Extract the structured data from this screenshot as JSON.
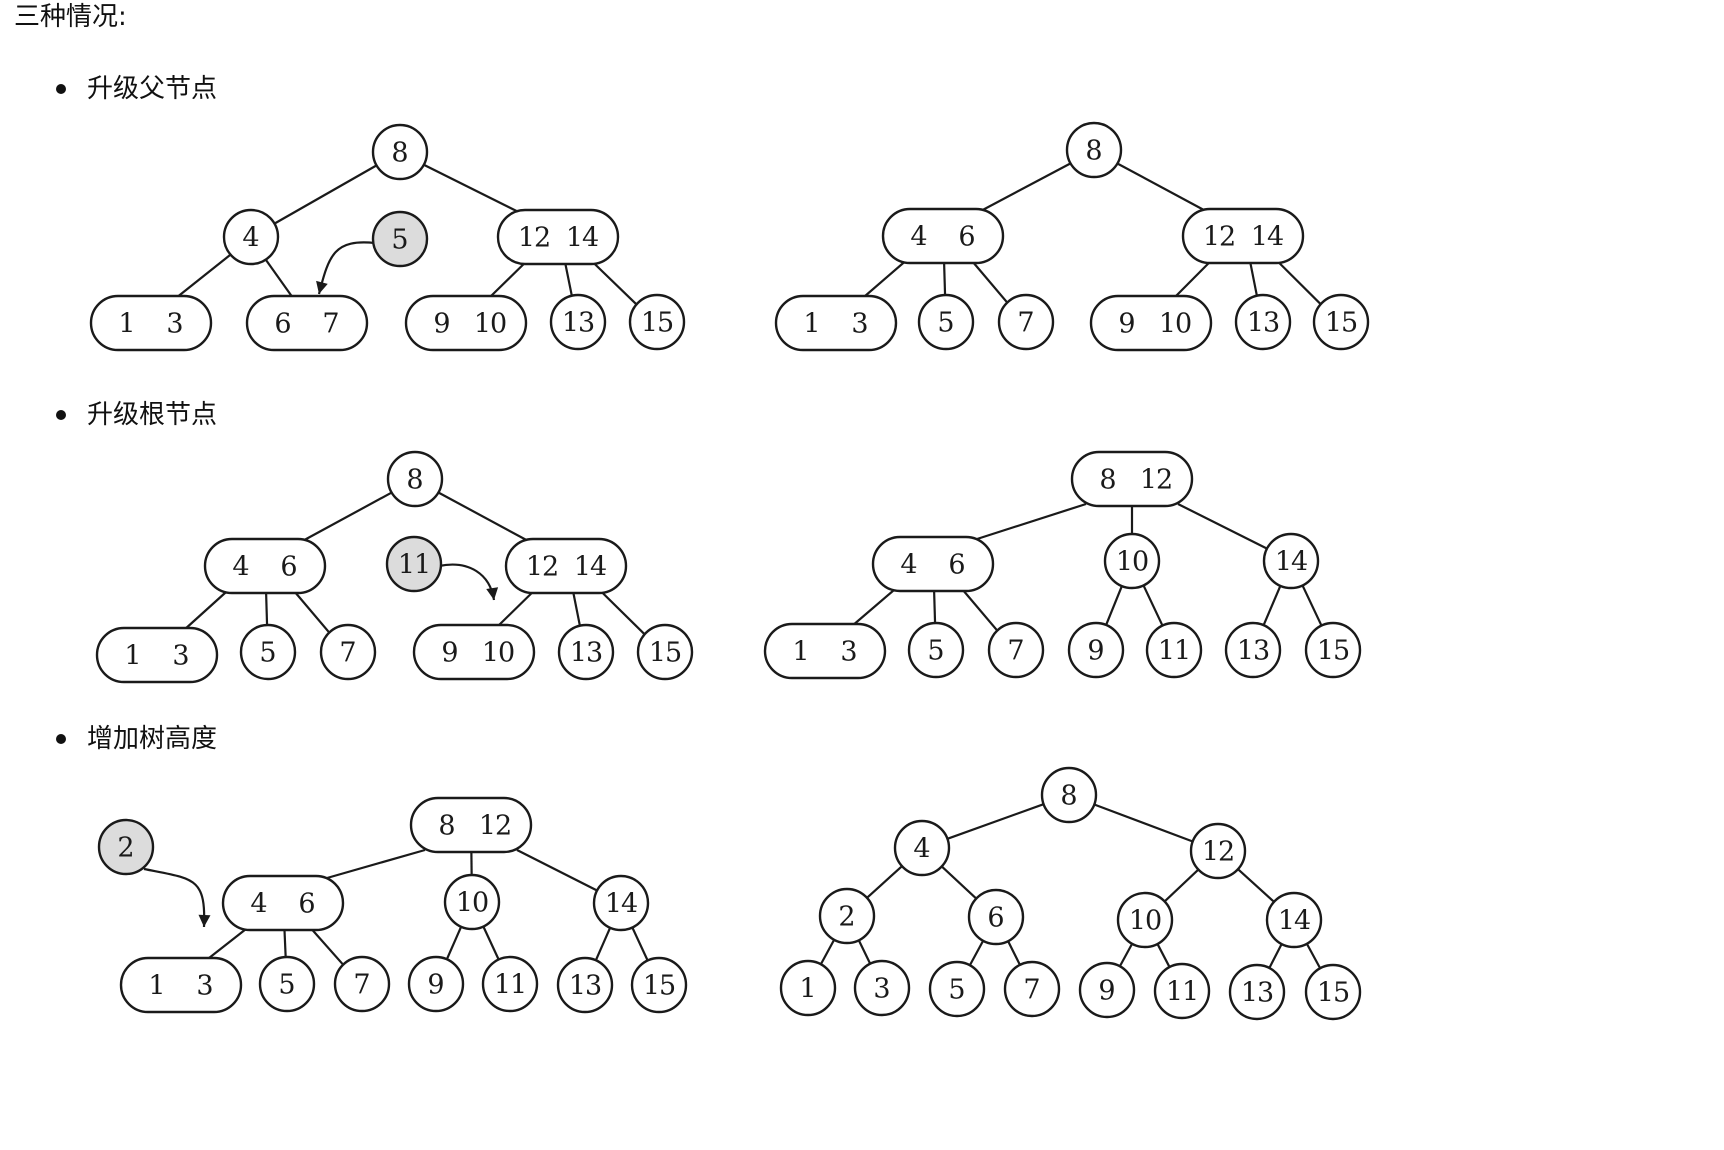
{
  "heading": "三种情况:",
  "sections": [
    {
      "label": "升级父节点",
      "diagrams": [
        {
          "nodes": [
            {
              "id": "n8",
              "keys": [
                "8"
              ]
            },
            {
              "id": "n4",
              "keys": [
                "4"
              ]
            },
            {
              "id": "n5",
              "keys": [
                "5"
              ],
              "shaded": true
            },
            {
              "id": "n12_14",
              "keys": [
                "12",
                "14"
              ]
            },
            {
              "id": "n1_3",
              "keys": [
                "1",
                "3"
              ]
            },
            {
              "id": "n6_7",
              "keys": [
                "6",
                "7"
              ]
            },
            {
              "id": "n9_10",
              "keys": [
                "9",
                "10"
              ]
            },
            {
              "id": "n13",
              "keys": [
                "13"
              ]
            },
            {
              "id": "n15",
              "keys": [
                "15"
              ]
            }
          ],
          "edges": [
            [
              "n8",
              "n4"
            ],
            [
              "n8",
              "n12_14"
            ],
            [
              "n4",
              "n1_3"
            ],
            [
              "n4",
              "n6_7"
            ],
            [
              "n12_14",
              "n9_10"
            ],
            [
              "n12_14",
              "n13"
            ],
            [
              "n12_14",
              "n15"
            ]
          ],
          "arrows": [
            {
              "from": "n5",
              "to": "n6_7"
            }
          ]
        },
        {
          "nodes": [
            {
              "id": "n8",
              "keys": [
                "8"
              ]
            },
            {
              "id": "n4_6",
              "keys": [
                "4",
                "6"
              ]
            },
            {
              "id": "n12_14",
              "keys": [
                "12",
                "14"
              ]
            },
            {
              "id": "n1_3",
              "keys": [
                "1",
                "3"
              ]
            },
            {
              "id": "n5",
              "keys": [
                "5"
              ]
            },
            {
              "id": "n7",
              "keys": [
                "7"
              ]
            },
            {
              "id": "n9_10",
              "keys": [
                "9",
                "10"
              ]
            },
            {
              "id": "n13",
              "keys": [
                "13"
              ]
            },
            {
              "id": "n15",
              "keys": [
                "15"
              ]
            }
          ],
          "edges": [
            [
              "n8",
              "n4_6"
            ],
            [
              "n8",
              "n12_14"
            ],
            [
              "n4_6",
              "n1_3"
            ],
            [
              "n4_6",
              "n5"
            ],
            [
              "n4_6",
              "n7"
            ],
            [
              "n12_14",
              "n9_10"
            ],
            [
              "n12_14",
              "n13"
            ],
            [
              "n12_14",
              "n15"
            ]
          ],
          "arrows": []
        }
      ]
    },
    {
      "label": "升级根节点",
      "diagrams": [
        {
          "nodes": [
            {
              "id": "n8",
              "keys": [
                "8"
              ]
            },
            {
              "id": "n4_6",
              "keys": [
                "4",
                "6"
              ]
            },
            {
              "id": "n11",
              "keys": [
                "11"
              ],
              "shaded": true
            },
            {
              "id": "n12_14",
              "keys": [
                "12",
                "14"
              ]
            },
            {
              "id": "n1_3",
              "keys": [
                "1",
                "3"
              ]
            },
            {
              "id": "n5",
              "keys": [
                "5"
              ]
            },
            {
              "id": "n7",
              "keys": [
                "7"
              ]
            },
            {
              "id": "n9_10",
              "keys": [
                "9",
                "10"
              ]
            },
            {
              "id": "n13",
              "keys": [
                "13"
              ]
            },
            {
              "id": "n15",
              "keys": [
                "15"
              ]
            }
          ],
          "edges": [
            [
              "n8",
              "n4_6"
            ],
            [
              "n8",
              "n12_14"
            ],
            [
              "n4_6",
              "n1_3"
            ],
            [
              "n4_6",
              "n5"
            ],
            [
              "n4_6",
              "n7"
            ],
            [
              "n12_14",
              "n9_10"
            ],
            [
              "n12_14",
              "n13"
            ],
            [
              "n12_14",
              "n15"
            ]
          ],
          "arrows": [
            {
              "from": "n11",
              "to": "n9_10"
            }
          ]
        },
        {
          "nodes": [
            {
              "id": "n8_12",
              "keys": [
                "8",
                "12"
              ]
            },
            {
              "id": "n4_6",
              "keys": [
                "4",
                "6"
              ]
            },
            {
              "id": "n10",
              "keys": [
                "10"
              ]
            },
            {
              "id": "n14",
              "keys": [
                "14"
              ]
            },
            {
              "id": "n1_3",
              "keys": [
                "1",
                "3"
              ]
            },
            {
              "id": "n5",
              "keys": [
                "5"
              ]
            },
            {
              "id": "n7",
              "keys": [
                "7"
              ]
            },
            {
              "id": "n9",
              "keys": [
                "9"
              ]
            },
            {
              "id": "n11",
              "keys": [
                "11"
              ]
            },
            {
              "id": "n13",
              "keys": [
                "13"
              ]
            },
            {
              "id": "n15",
              "keys": [
                "15"
              ]
            }
          ],
          "edges": [
            [
              "n8_12",
              "n4_6"
            ],
            [
              "n8_12",
              "n10"
            ],
            [
              "n8_12",
              "n14"
            ],
            [
              "n4_6",
              "n1_3"
            ],
            [
              "n4_6",
              "n5"
            ],
            [
              "n4_6",
              "n7"
            ],
            [
              "n10",
              "n9"
            ],
            [
              "n10",
              "n11"
            ],
            [
              "n14",
              "n13"
            ],
            [
              "n14",
              "n15"
            ]
          ],
          "arrows": []
        }
      ]
    },
    {
      "label": "增加树高度",
      "diagrams": [
        {
          "nodes": [
            {
              "id": "n2",
              "keys": [
                "2"
              ],
              "shaded": true
            },
            {
              "id": "n8_12",
              "keys": [
                "8",
                "12"
              ]
            },
            {
              "id": "n4_6",
              "keys": [
                "4",
                "6"
              ]
            },
            {
              "id": "n10",
              "keys": [
                "10"
              ]
            },
            {
              "id": "n14",
              "keys": [
                "14"
              ]
            },
            {
              "id": "n1_3",
              "keys": [
                "1",
                "3"
              ]
            },
            {
              "id": "n5",
              "keys": [
                "5"
              ]
            },
            {
              "id": "n7",
              "keys": [
                "7"
              ]
            },
            {
              "id": "n9",
              "keys": [
                "9"
              ]
            },
            {
              "id": "n11",
              "keys": [
                "11"
              ]
            },
            {
              "id": "n13",
              "keys": [
                "13"
              ]
            },
            {
              "id": "n15",
              "keys": [
                "15"
              ]
            }
          ],
          "edges": [
            [
              "n8_12",
              "n4_6"
            ],
            [
              "n8_12",
              "n10"
            ],
            [
              "n8_12",
              "n14"
            ],
            [
              "n4_6",
              "n1_3"
            ],
            [
              "n4_6",
              "n5"
            ],
            [
              "n4_6",
              "n7"
            ],
            [
              "n10",
              "n9"
            ],
            [
              "n10",
              "n11"
            ],
            [
              "n14",
              "n13"
            ],
            [
              "n14",
              "n15"
            ]
          ],
          "arrows": [
            {
              "from": "n2",
              "to": "n1_3"
            }
          ]
        },
        {
          "nodes": [
            {
              "id": "n8",
              "keys": [
                "8"
              ]
            },
            {
              "id": "n4",
              "keys": [
                "4"
              ]
            },
            {
              "id": "n12",
              "keys": [
                "12"
              ]
            },
            {
              "id": "n2",
              "keys": [
                "2"
              ]
            },
            {
              "id": "n6",
              "keys": [
                "6"
              ]
            },
            {
              "id": "n10",
              "keys": [
                "10"
              ]
            },
            {
              "id": "n14",
              "keys": [
                "14"
              ]
            },
            {
              "id": "n1",
              "keys": [
                "1"
              ]
            },
            {
              "id": "n3",
              "keys": [
                "3"
              ]
            },
            {
              "id": "n5",
              "keys": [
                "5"
              ]
            },
            {
              "id": "n7",
              "keys": [
                "7"
              ]
            },
            {
              "id": "n9",
              "keys": [
                "9"
              ]
            },
            {
              "id": "n11",
              "keys": [
                "11"
              ]
            },
            {
              "id": "n13",
              "keys": [
                "13"
              ]
            },
            {
              "id": "n15",
              "keys": [
                "15"
              ]
            }
          ],
          "edges": [
            [
              "n8",
              "n4"
            ],
            [
              "n8",
              "n12"
            ],
            [
              "n4",
              "n2"
            ],
            [
              "n4",
              "n6"
            ],
            [
              "n12",
              "n10"
            ],
            [
              "n12",
              "n14"
            ],
            [
              "n2",
              "n1"
            ],
            [
              "n2",
              "n3"
            ],
            [
              "n6",
              "n5"
            ],
            [
              "n6",
              "n7"
            ],
            [
              "n10",
              "n9"
            ],
            [
              "n10",
              "n11"
            ],
            [
              "n14",
              "n13"
            ],
            [
              "n14",
              "n15"
            ]
          ],
          "arrows": []
        }
      ]
    }
  ]
}
